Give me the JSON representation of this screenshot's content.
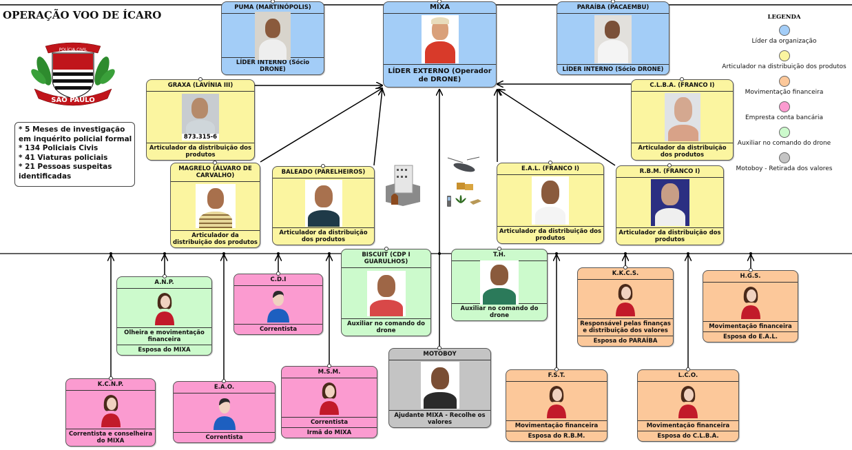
{
  "title": "OPERAÇÃO VOO DE ÍCARO",
  "logo": {
    "top_text": "POLÍCIA CIVIL",
    "bottom_text": "SÃO PAULO"
  },
  "facts": [
    "* 5 Meses de investigação",
    "em inquérito policial formal",
    "* 134 Policiais Civis",
    "* 41 Viaturas policiais",
    "* 21 Pessoas suspeitas",
    "identificadas"
  ],
  "legend": {
    "title": "LEGENDA",
    "items": [
      {
        "label": "Líder da organização",
        "color": "#a3cdf7"
      },
      {
        "label": "Articulador na distribuição dos produtos",
        "color": "#fbf5a0"
      },
      {
        "label": "Movimentação financeira",
        "color": "#fcc89a"
      },
      {
        "label": "Empresta conta bancária",
        "color": "#fb9bd0"
      },
      {
        "label": "Auxiliar no comando do drone",
        "color": "#ccfacc"
      },
      {
        "label": "Motoboy - Retirada dos valores",
        "color": "#c4c4c4"
      }
    ]
  },
  "nodes": {
    "puma": {
      "name": "PUMA (MARTINÓPOLIS)",
      "role": "LÍDER INTERNO (Sócio DRONE)",
      "category": "leader"
    },
    "mixa": {
      "name": "MIXA",
      "role": "LÍDER EXTERNO (Operador de DRONE)",
      "category": "leader"
    },
    "paraiba": {
      "name": "PARAÍBA (PACAEMBU)",
      "role": "LÍDER INTERNO (Sócio DRONE)",
      "category": "leader"
    },
    "graxa": {
      "name": "GRAXA (LAVÍNIA III)",
      "photo_caption": "873.315-6",
      "role": "Articulador da distribuição dos produtos",
      "category": "articulator"
    },
    "clba": {
      "name": "C.L.B.A. (FRANCO I)",
      "role": "Articulador da distribuição dos produtos",
      "category": "articulator"
    },
    "magrelo": {
      "name": "MAGRELO (ÁLVARO DE CARVALHO)",
      "role": "Articulador da distribuição dos produtos",
      "category": "articulator"
    },
    "baleado": {
      "name": "BALEADO (PARELHEIROS)",
      "role": "Articulador da distribuição dos produtos",
      "category": "articulator"
    },
    "eal": {
      "name": "E.A.L. (FRANCO I)",
      "role": "Articulador da distribuição dos produtos",
      "category": "articulator"
    },
    "rbm": {
      "name": "R.B.M. (FRANCO I)",
      "role": "Articulador da distribuição dos produtos",
      "category": "articulator"
    },
    "anp": {
      "name": "A.N.P.",
      "role": "Olheira e movimentação financeira",
      "relation": "Esposa do MIXA",
      "category": "drone-aux"
    },
    "cdi": {
      "name": "C.D.I",
      "role": "Correntista",
      "category": "bank-account"
    },
    "biscuit": {
      "name": "BISCUIT (CDP I GUARULHOS)",
      "role": "Auxiliar no comando do drone",
      "category": "drone-aux"
    },
    "th": {
      "name": "T.H.",
      "role": "Auxiliar no comando do drone",
      "category": "drone-aux"
    },
    "kkcs": {
      "name": "K.K.C.S.",
      "role": "Responsável pelas finanças e distribuição dos valores",
      "relation": "Esposa do PARAÍBA",
      "category": "financial"
    },
    "hgs": {
      "name": "H.G.S.",
      "role": "Movimentação financeira",
      "relation": "Esposa do E.A.L.",
      "category": "financial"
    },
    "kcnp": {
      "name": "K.C.N.P.",
      "role": "Correntista e conselheira do MIXA",
      "category": "bank-account"
    },
    "eao": {
      "name": "E.A.O.",
      "role": "Correntista",
      "category": "bank-account"
    },
    "msm": {
      "name": "M.S.M.",
      "role": "Correntista",
      "relation": "Irmã do MIXA",
      "category": "bank-account"
    },
    "motoboy": {
      "name": "MOTOBOY",
      "role": "Ajudante MIXA - Recolhe os valores",
      "category": "motoboy"
    },
    "fst": {
      "name": "F.S.T.",
      "role": "Movimentação financeira",
      "relation": "Esposa do R.B.M.",
      "category": "financial"
    },
    "lco": {
      "name": "L.C.O.",
      "role": "Movimentação financeira",
      "relation": "Esposa do C.L.B.A.",
      "category": "financial"
    }
  },
  "decorations": [
    "prison-building-icon",
    "helicopter-icon",
    "cash-icon",
    "phone-icon",
    "cannabis-leaf-icon",
    "money-bundle-icon"
  ]
}
